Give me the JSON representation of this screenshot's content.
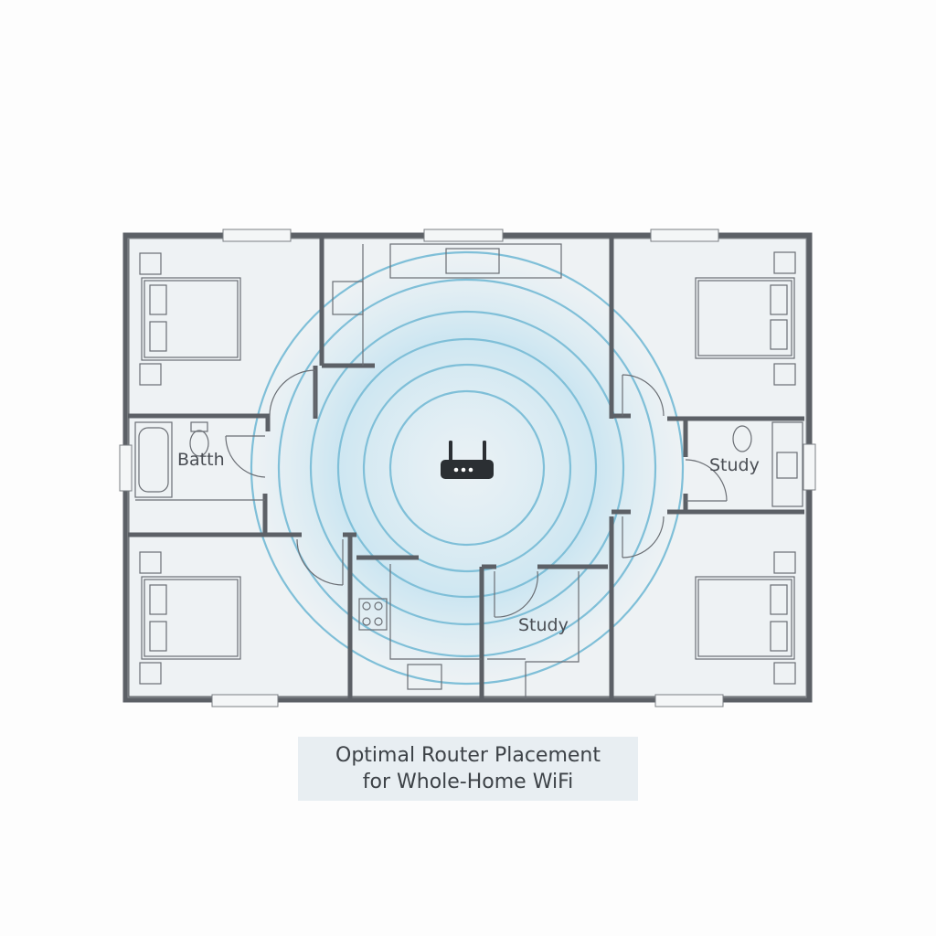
{
  "rooms": {
    "bath_label": "Batth",
    "study_right_label": "Study",
    "study_bottom_label": "Study"
  },
  "router": {
    "icon": "wifi-router-icon"
  },
  "signal": {
    "ring_count": 6,
    "color": "#7fbfd8"
  },
  "caption": {
    "line1": "Optimal Router Placement",
    "line2": "for Whole-Home WiFi"
  }
}
